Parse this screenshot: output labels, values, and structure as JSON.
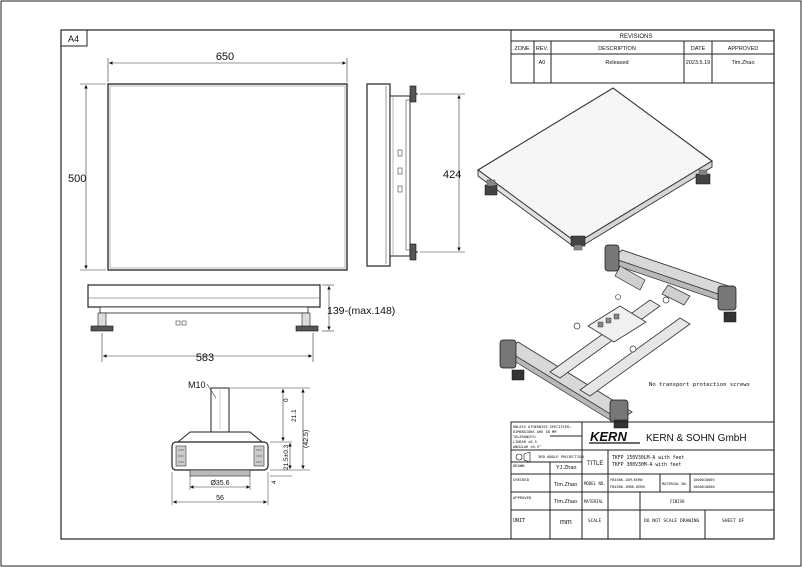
{
  "sheet": {
    "size": "A4"
  },
  "revisions": {
    "title": "REVISIONS",
    "headers": {
      "zone": "ZONE",
      "rev": "REV.",
      "description": "DESCRIPTION",
      "date": "DATE",
      "approved": "APPROVED"
    },
    "row": {
      "zone": "",
      "rev": "A0",
      "description": "Released",
      "date": "2023.5.19",
      "approved": "Tim.Zhao"
    }
  },
  "dimensions": {
    "width": "650",
    "depth": "500",
    "side_depth": "424",
    "height": "139-(max.148)",
    "feet_spacing": "583",
    "foot_thread": "M10",
    "foot_base": "Ø35.6",
    "foot_width": "56",
    "foot_h0": "0",
    "foot_h1": "21.1",
    "foot_h2": "21.5±0.3",
    "foot_h3": "(42.5)",
    "foot_h4": "4"
  },
  "notes": {
    "transport": "No transport protection screws"
  },
  "title_block": {
    "tolerance": [
      "UNLESS OTHERWISE SPECIFIED:",
      "DIMENSIONS ARE IN MM",
      "TOLERANCES:",
      "LINEAR ±0.5",
      "ANGULAR ±0.5°"
    ],
    "projection": "3RD ANGLE PROJECTION",
    "drawn_label": "DRAWN",
    "drawn_name": "YJ.Zhao",
    "checked_label": "CHECKED",
    "checked_name": "Tim.Zhao",
    "approved_label": "APPROVED",
    "approved_name": "Tim.Zhao",
    "unit_label": "UNIT",
    "unit_value": "mm",
    "company_logo": "KERN",
    "company_name": "KERN & SOHN GmbH",
    "title_label": "TITLE",
    "title_lines": [
      "TKFP 150V30LM-A with feet",
      "TKFP 300V30M-A with feet"
    ],
    "model_label": "MODEL NO.",
    "model_values": [
      "FB450K-1SM-KERN",
      "FB450K-1M06-KERN"
    ],
    "material_no_label": "MATERIAL NO.",
    "material_no_values": [
      "1000010005",
      "1000010006"
    ],
    "material_label": "MATERIAL",
    "finish_label": "FINISH",
    "scale_label": "SCALE",
    "scale_note": "DO NOT SCALE DRAWING",
    "sheet_label": "SHEET OF"
  }
}
